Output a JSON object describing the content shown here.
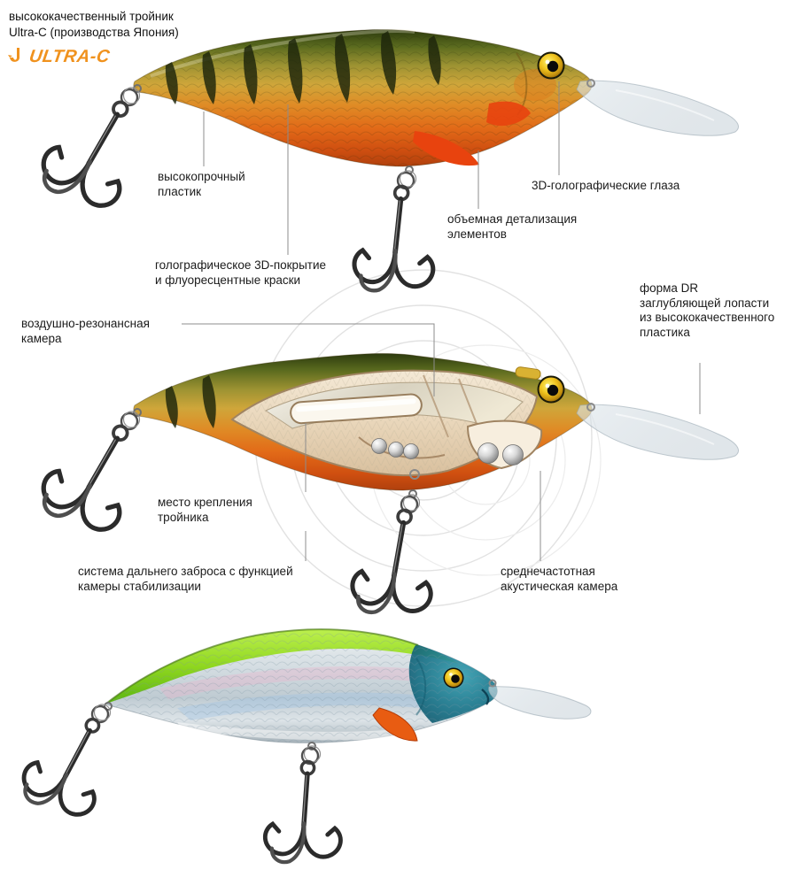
{
  "colors": {
    "brand_orange": "#f0921e",
    "annotation_line": "#8c8c8c",
    "lure_belly_orange": "#d85513",
    "lure_back_olive": "#2c3a0e",
    "lure_bottom_green": "#8fd71f"
  },
  "header": {
    "note": "высококачественный тройник\nUltra-C (производства Япония)",
    "brand": "ULTRA-C"
  },
  "annotations": {
    "plastic": "высокопрочный\nпластик",
    "eyes": "3D-голографические глаза",
    "detail": "объемная детализация\nэлементов",
    "coating": "голографическое 3D-покрытие\nи флуоресцентные краски",
    "lip": "форма DR\nзаглубляющей лопасти\nиз высококачественного\nпластика",
    "air_chamber": "воздушно-резонансная\nкамера",
    "hook_mount": "место крепления\nтройника",
    "cast_system": "система дальнего заброса с функцией\nкамеры стабилизации",
    "acoustic": "среднечастотная\nакустическая камера"
  }
}
